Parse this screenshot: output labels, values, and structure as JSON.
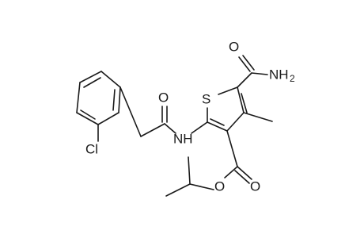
{
  "atoms": {
    "s": "S",
    "o_amide": "O",
    "nh2_n": "NH",
    "nh2_sub": "2",
    "o_acyl": "O",
    "nh": "NH",
    "cl": "Cl",
    "o_ester_carbonyl": "O",
    "o_ester": "O"
  }
}
